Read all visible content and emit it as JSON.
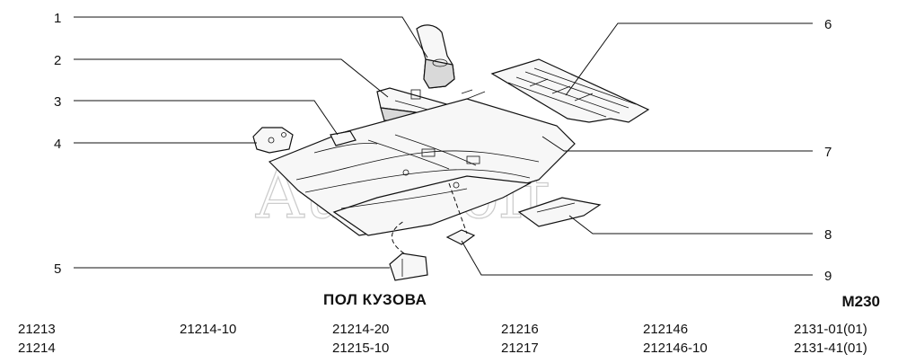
{
  "callouts": [
    "1",
    "2",
    "3",
    "4",
    "5",
    "6",
    "7",
    "8",
    "9"
  ],
  "watermark": "AutoSoft",
  "title": "ПОЛ КУЗОВА",
  "code": "M230",
  "models": [
    [
      "21213",
      "21214"
    ],
    [
      "21214-10",
      ""
    ],
    [
      "21214-20",
      "21215-10"
    ],
    [
      "21216",
      "21217"
    ],
    [
      "212146",
      "212146-10"
    ],
    [
      "2131-01(01)",
      "2131-41(01)"
    ]
  ]
}
